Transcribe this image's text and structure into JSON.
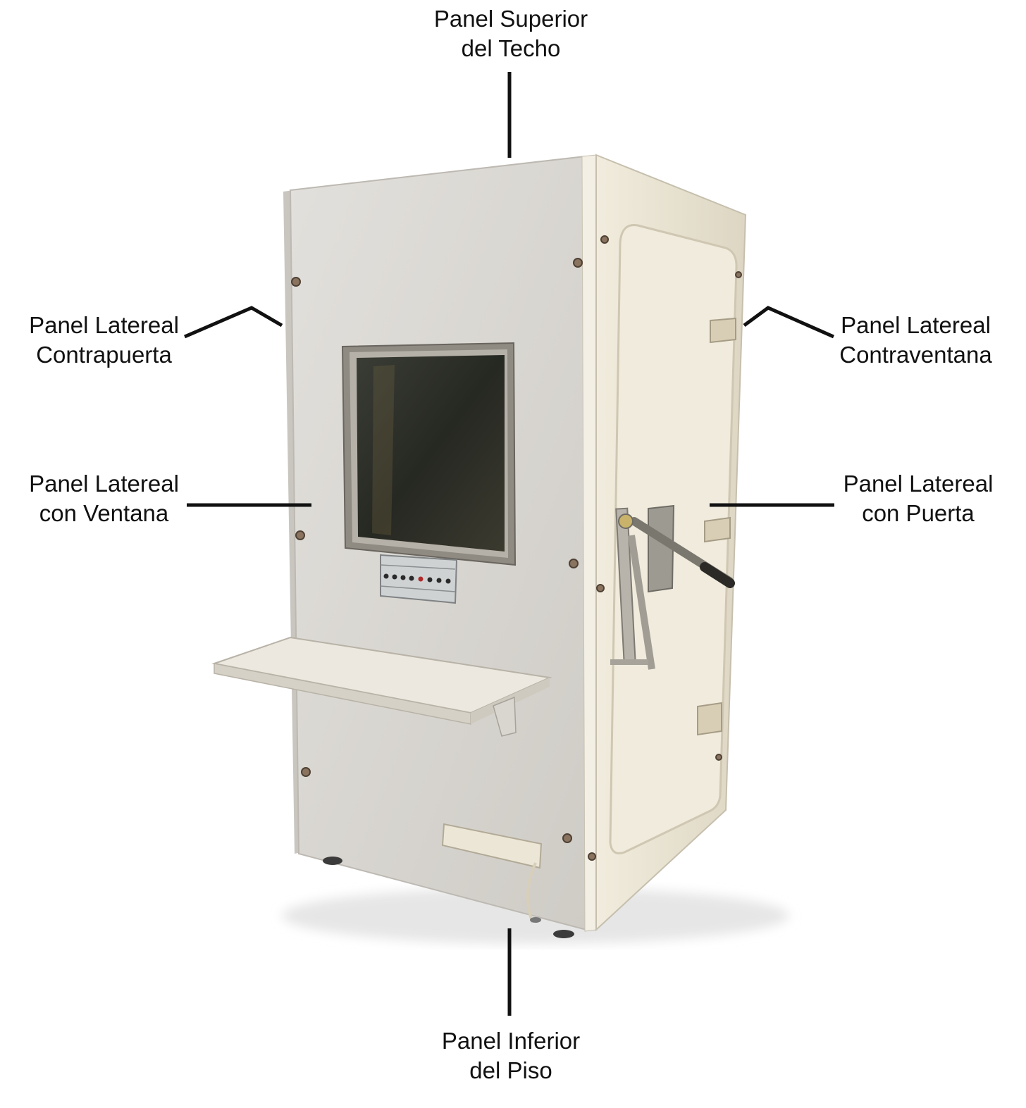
{
  "labels": {
    "top": {
      "line1": "Panel Superior",
      "line2": "del Techo"
    },
    "left1": {
      "line1": "Panel Latereal",
      "line2": "Contrapuerta"
    },
    "left2": {
      "line1": "Panel Latereal",
      "line2": "con Ventana"
    },
    "right1": {
      "line1": "Panel Latereal",
      "line2": "Contraventana"
    },
    "right2": {
      "line1": "Panel Latereal",
      "line2": "con Puerta"
    },
    "bottom": {
      "line1": "Panel Inferior",
      "line2": "del Piso"
    }
  },
  "colors": {
    "background": "#ffffff",
    "leader": "#111111",
    "front_panel": "#dcdad6",
    "side_panel": "#ebe6d6",
    "door": "#eee9d9",
    "window_frame": "#8f8a82",
    "glass": "#2c2f29",
    "shelf": "#e8e4dc"
  }
}
